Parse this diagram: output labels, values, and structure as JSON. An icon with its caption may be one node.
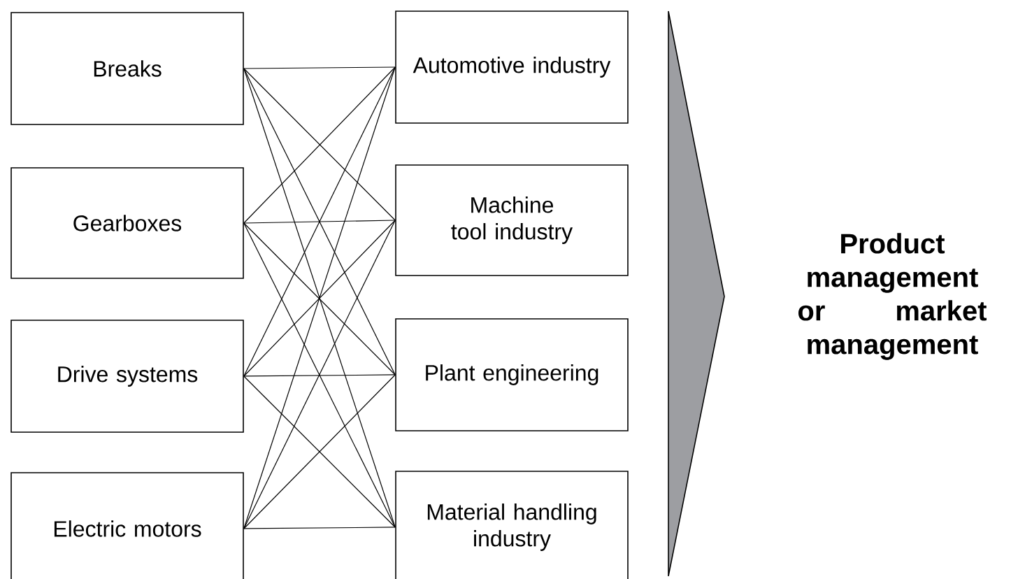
{
  "diagram": {
    "nodes": [
      {
        "text": [
          "Breaks"
        ]
      },
      {
        "text": [
          "Gearboxes"
        ]
      },
      {
        "text": [
          "Drive systems"
        ]
      },
      {
        "text": [
          "Electric motors"
        ]
      },
      {
        "text": [
          "Automotive industry"
        ]
      },
      {
        "text": [
          "Machine tool industry"
        ]
      },
      {
        "text": [
          "Plant engineering"
        ]
      },
      {
        "text": [
          "Material handling industry"
        ]
      }
    ],
    "edges": [
      {
        "from": 0,
        "to": 4,
        "arrow": "none"
      },
      {
        "from": 0,
        "to": 5,
        "arrow": "none"
      },
      {
        "from": 0,
        "to": 6,
        "arrow": "none"
      },
      {
        "from": 0,
        "to": 7,
        "arrow": "none"
      },
      {
        "from": 1,
        "to": 4,
        "arrow": "none"
      },
      {
        "from": 1,
        "to": 5,
        "arrow": "none"
      },
      {
        "from": 1,
        "to": 6,
        "arrow": "none"
      },
      {
        "from": 1,
        "to": 7,
        "arrow": "none"
      },
      {
        "from": 2,
        "to": 4,
        "arrow": "none"
      },
      {
        "from": 2,
        "to": 5,
        "arrow": "none"
      },
      {
        "from": 2,
        "to": 6,
        "arrow": "none"
      },
      {
        "from": 2,
        "to": 7,
        "arrow": "none"
      },
      {
        "from": 3,
        "to": 4,
        "arrow": "none"
      },
      {
        "from": 3,
        "to": 5,
        "arrow": "none"
      },
      {
        "from": 3,
        "to": 6,
        "arrow": "none"
      },
      {
        "from": 3,
        "to": 7,
        "arrow": "none"
      }
    ],
    "labels": [
      "Product management or market management"
    ]
  }
}
